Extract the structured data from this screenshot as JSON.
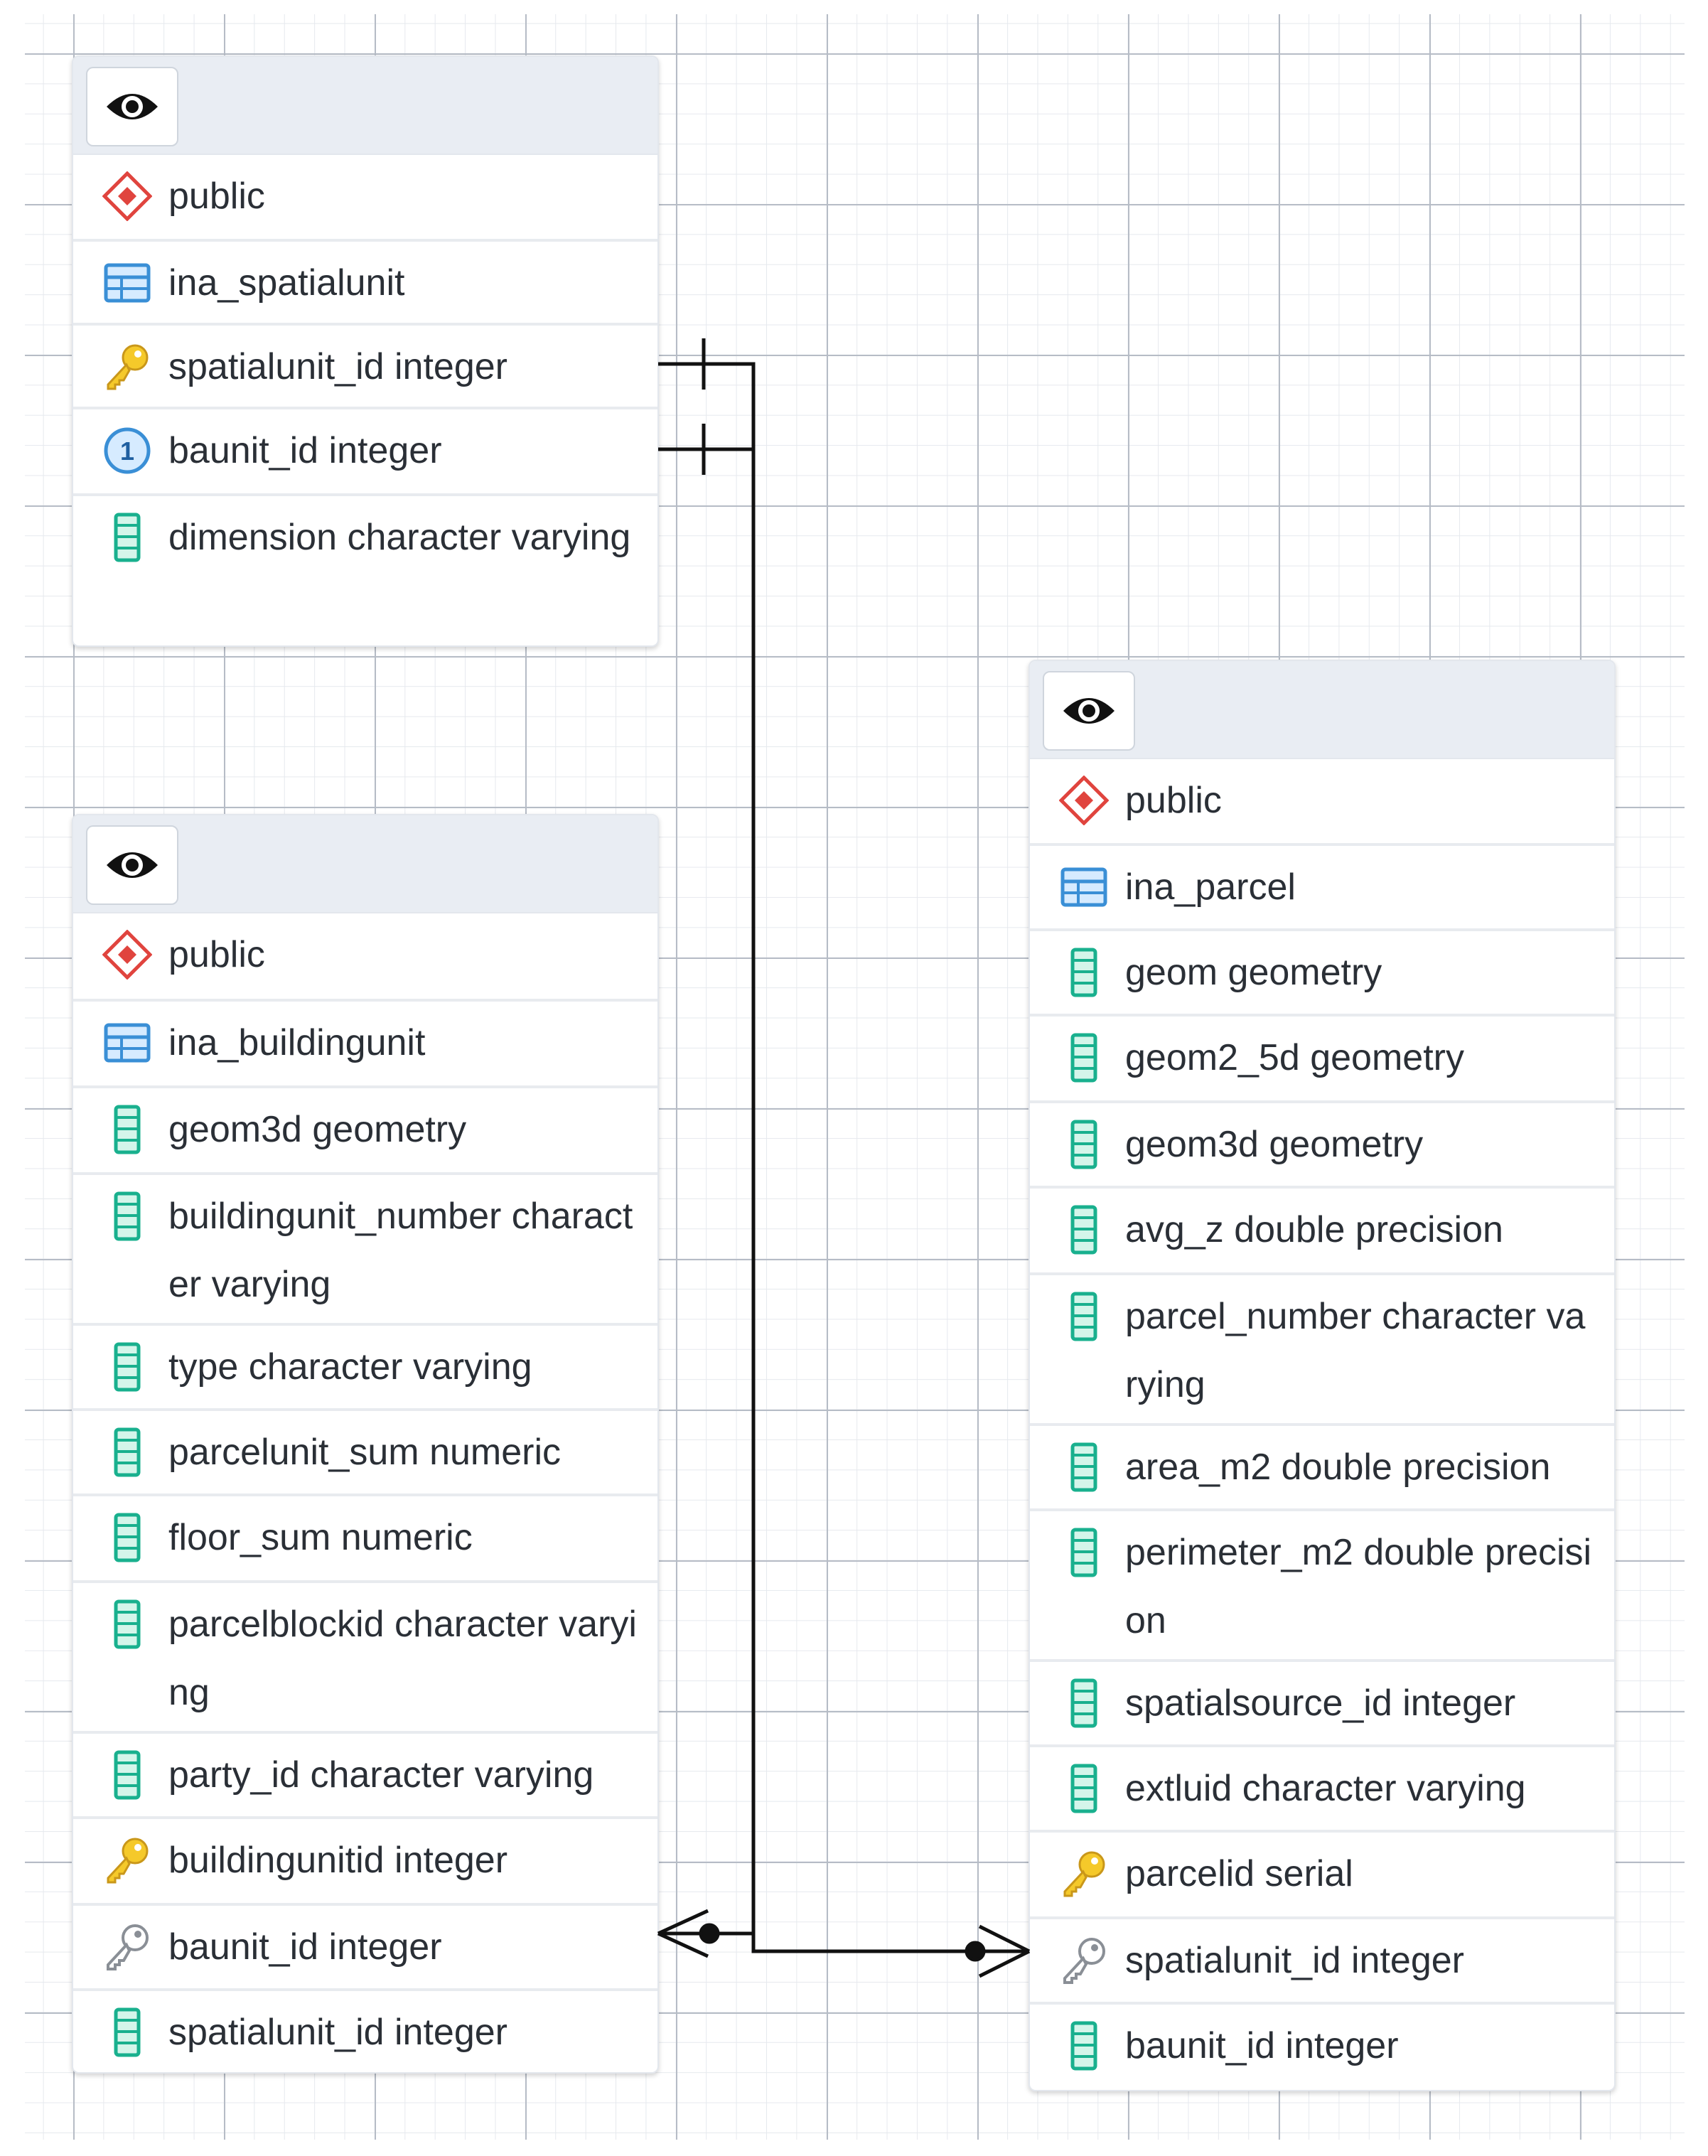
{
  "tables": [
    {
      "id": "ina_spatialunit",
      "rows": [
        {
          "icon": "schema-icon",
          "label": "public"
        },
        {
          "icon": "table-icon",
          "label": "ina_spatialunit"
        },
        {
          "icon": "primary-key-icon",
          "label": "spatialunit_id integer"
        },
        {
          "icon": "unique-constraint-icon",
          "label": "baunit_id integer"
        },
        {
          "icon": "column-icon",
          "label": "dimension character varying"
        }
      ]
    },
    {
      "id": "ina_buildingunit",
      "rows": [
        {
          "icon": "schema-icon",
          "label": "public"
        },
        {
          "icon": "table-icon",
          "label": "ina_buildingunit"
        },
        {
          "icon": "column-icon",
          "label": "geom3d geometry"
        },
        {
          "icon": "column-icon",
          "label": "buildingunit_number character varying"
        },
        {
          "icon": "column-icon",
          "label": "type character varying"
        },
        {
          "icon": "column-icon",
          "label": "parcelunit_sum numeric"
        },
        {
          "icon": "column-icon",
          "label": "floor_sum numeric"
        },
        {
          "icon": "column-icon",
          "label": "parcelblockid character varying"
        },
        {
          "icon": "column-icon",
          "label": "party_id character varying"
        },
        {
          "icon": "primary-key-icon",
          "label": "buildingunitid integer"
        },
        {
          "icon": "foreign-key-icon",
          "label": "baunit_id integer"
        },
        {
          "icon": "column-icon",
          "label": "spatialunit_id integer"
        }
      ]
    },
    {
      "id": "ina_parcel",
      "rows": [
        {
          "icon": "schema-icon",
          "label": "public"
        },
        {
          "icon": "table-icon",
          "label": "ina_parcel"
        },
        {
          "icon": "column-icon",
          "label": "geom geometry"
        },
        {
          "icon": "column-icon",
          "label": "geom2_5d geometry"
        },
        {
          "icon": "column-icon",
          "label": "geom3d geometry"
        },
        {
          "icon": "column-icon",
          "label": "avg_z double precision"
        },
        {
          "icon": "column-icon",
          "label": "parcel_number character varying"
        },
        {
          "icon": "column-icon",
          "label": "area_m2 double precision"
        },
        {
          "icon": "column-icon",
          "label": "perimeter_m2 double precision"
        },
        {
          "icon": "column-icon",
          "label": "spatialsource_id integer"
        },
        {
          "icon": "column-icon",
          "label": "extluid character varying"
        },
        {
          "icon": "primary-key-icon",
          "label": "parcelid serial"
        },
        {
          "icon": "foreign-key-icon",
          "label": "spatialunit_id integer"
        },
        {
          "icon": "column-icon",
          "label": "baunit_id integer"
        }
      ]
    }
  ],
  "relationships": [
    {
      "from": "ina_spatialunit.spatialunit_id",
      "to": "ina_parcel.spatialunit_id",
      "cardinality": "one-to-many"
    },
    {
      "from": "ina_spatialunit.baunit_id",
      "to": "ina_buildingunit.baunit_id",
      "cardinality": "one-to-many"
    }
  ],
  "colors": {
    "schema": "#e0443e",
    "table": "#3a8fd6",
    "column": "#19b08e",
    "primary_key": "#e2b31a",
    "foreign_key": "#8a8f96",
    "unique": "#3a8fd6"
  }
}
